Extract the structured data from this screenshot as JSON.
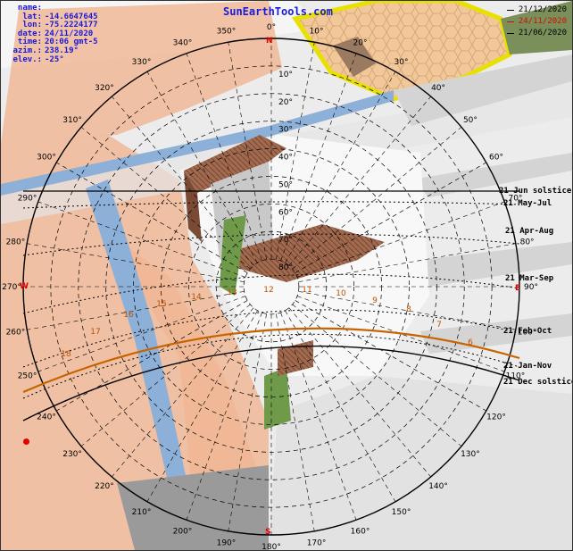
{
  "site": "SunEarthTools.com",
  "info": [
    {
      "key": "name:",
      "value": ""
    },
    {
      "key": "lat:",
      "value": "-14.6647645"
    },
    {
      "key": "lon:",
      "value": "-75.2224177"
    },
    {
      "key": "date:",
      "value": "24/11/2020"
    },
    {
      "key": "time:",
      "value": "20:06 gmt-5"
    },
    {
      "key": "azim.:",
      "value": "238.19°"
    },
    {
      "key": "elev.:",
      "value": "-25°"
    }
  ],
  "legend": [
    {
      "label": "21/12/2020",
      "color": "#000000"
    },
    {
      "label": "24/11/2020",
      "color": "#d01000"
    },
    {
      "label": "21/06/2020",
      "color": "#000000"
    }
  ],
  "cardinals": {
    "north": "N",
    "south": "S",
    "west": "W",
    "east": "E"
  },
  "azimuth_labels": [
    "0°",
    "10°",
    "20°",
    "30°",
    "40°",
    "50°",
    "60°",
    "70°",
    "80°",
    "90°",
    "100°",
    "110°",
    "120°",
    "130°",
    "140°",
    "150°",
    "160°",
    "170°",
    "180°",
    "190°",
    "200°",
    "210°",
    "220°",
    "230°",
    "240°",
    "250°",
    "260°",
    "270°",
    "280°",
    "290°",
    "300°",
    "310°",
    "320°",
    "330°",
    "340°",
    "350°"
  ],
  "elevation_labels": [
    "10°",
    "20°",
    "30°",
    "40°",
    "50°",
    "60°",
    "70°",
    "80°"
  ],
  "hour_labels": [
    "18",
    "17",
    "16",
    "15",
    "14",
    "13",
    "12",
    "11",
    "10",
    "9",
    "8",
    "7",
    "6"
  ],
  "sun_paths": [
    {
      "label": "21 Jun  solstice"
    },
    {
      "label": "21 May-Jul"
    },
    {
      "label": "21 Apr-Aug"
    },
    {
      "label": "21 Mar-Sep"
    },
    {
      "label": "21 Feb-Oct"
    },
    {
      "label": "21 Jan-Nov"
    },
    {
      "label": "21 Dec  solstice"
    }
  ],
  "colors": {
    "ring": "#000000",
    "today_path": "#c86400",
    "info_text": "#1a1adc",
    "cardinal": "#e00000"
  }
}
